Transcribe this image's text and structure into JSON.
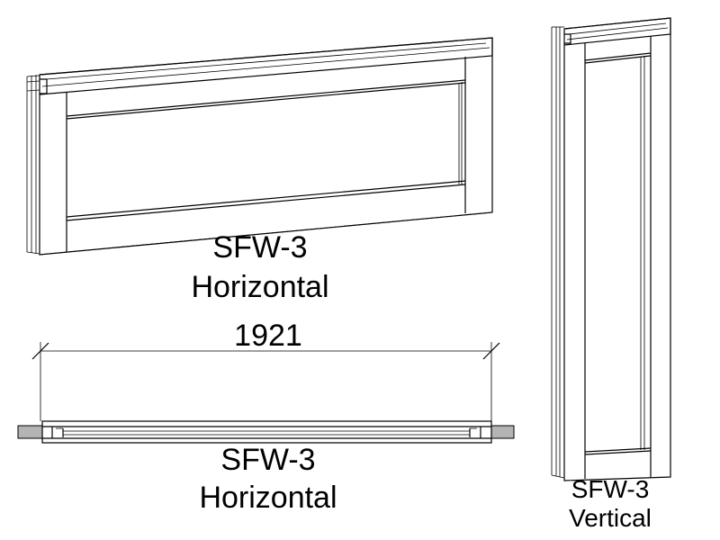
{
  "views": {
    "iso_horizontal": {
      "label_line1": "SFW-3",
      "label_line2": "Horizontal"
    },
    "plan": {
      "dimension": "1921",
      "label_line1": "SFW-3",
      "label_line2": "Horizontal"
    },
    "iso_vertical": {
      "label_line1": "SFW-3",
      "label_line2": "Vertical"
    }
  },
  "colors": {
    "line": "#000000",
    "wall_fill": "#b4b4b4",
    "background": "#ffffff"
  }
}
